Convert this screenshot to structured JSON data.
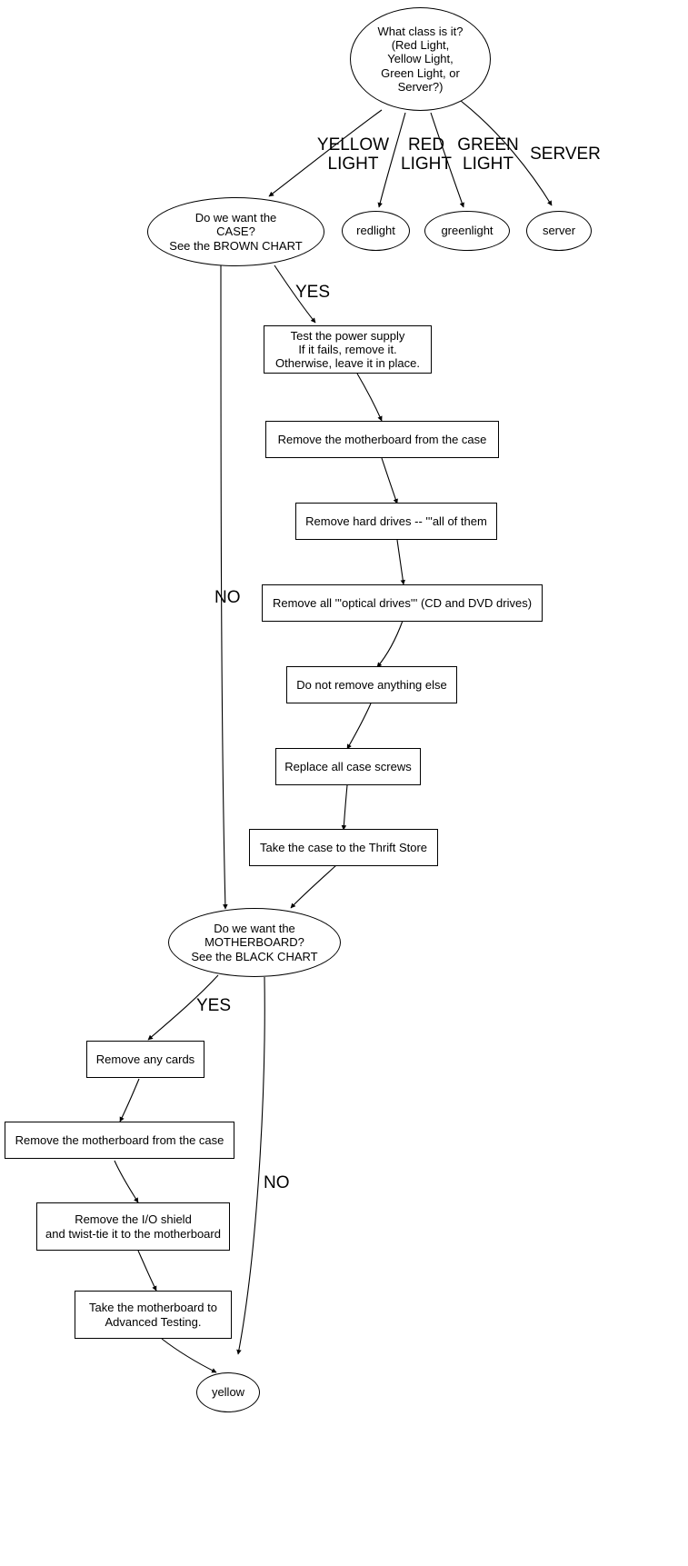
{
  "diagram": {
    "title": "Hardware triage decision flowchart",
    "stroke_color": "#000000",
    "fill_color": "#ffffff",
    "nodes": {
      "class_question": "What class is it?\n(Red Light,\nYellow Light,\nGreen Light, or\nServer?)",
      "redlight": "redlight",
      "greenlight": "greenlight",
      "server": "server",
      "case_question": "Do we want the\nCASE?\nSee the BROWN CHART",
      "test_power_supply": "Test the power supply\nIf it fails, remove it.\nOtherwise, leave it in place.",
      "remove_motherboard_1": "Remove the motherboard from the case",
      "remove_hard_drives": "Remove hard drives -- '''all of them",
      "remove_optical_drives": "Remove all '''optical drives''' (CD and DVD drives)",
      "do_not_remove": "Do not remove anything else",
      "replace_screws": "Replace all case screws",
      "thrift_store": "Take the case to the Thrift Store",
      "motherboard_question": "Do we want the\nMOTHERBOARD?\nSee the BLACK CHART",
      "remove_any_cards": "Remove any cards",
      "remove_motherboard_2": "Remove the motherboard from the case",
      "io_shield": "Remove the I/O shield\nand twist-tie it to the motherboard",
      "advanced_testing": "Take the motherboard to\nAdvanced Testing.",
      "yellow": "yellow"
    },
    "edge_labels": {
      "yellow_light": "YELLOW\nLIGHT",
      "red_light": "RED\nLIGHT",
      "green_light": "GREEN\nLIGHT",
      "server": "SERVER",
      "case_yes": "YES",
      "case_no": "NO",
      "motherboard_yes": "YES",
      "motherboard_no": "NO"
    }
  }
}
